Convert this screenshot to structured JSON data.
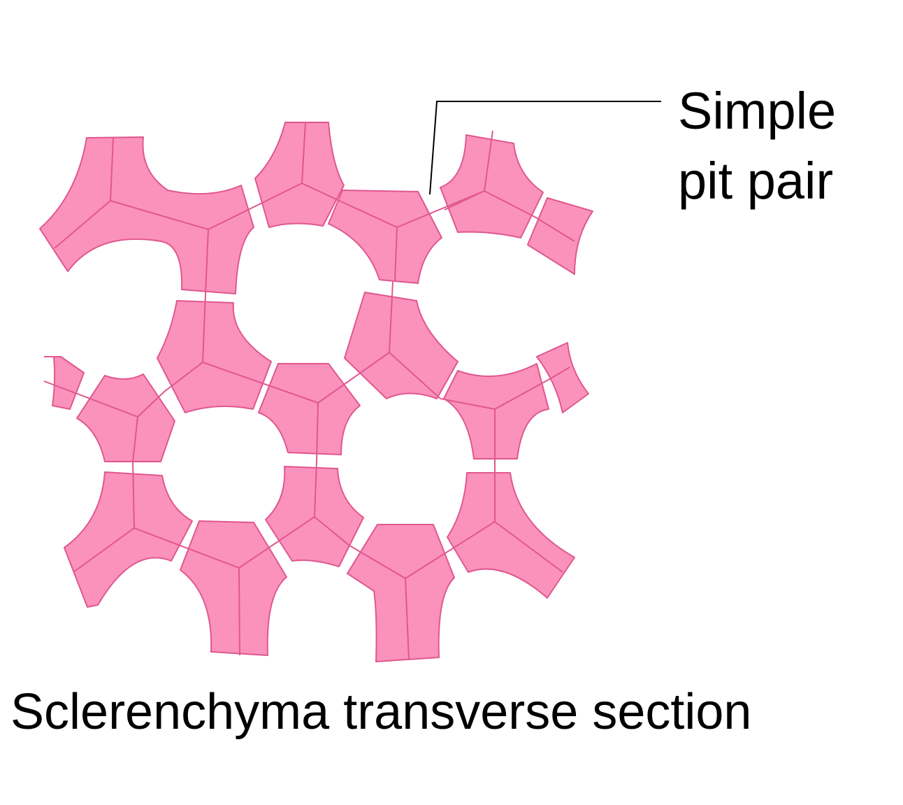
{
  "diagram": {
    "label": {
      "line1": "Simple",
      "line2": "pit pair"
    },
    "caption": "Sclerenchyma transverse section",
    "colors": {
      "cell_fill": "#fb92bc",
      "cell_wall": "#e0578f",
      "text": "#000000"
    }
  }
}
